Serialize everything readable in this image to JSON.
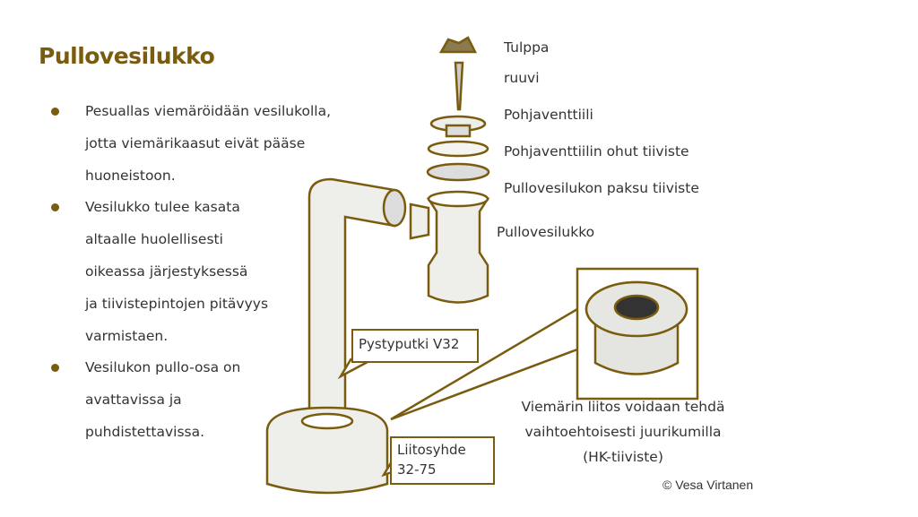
{
  "title": "Pullovesilukko",
  "bullets": [
    {
      "lines": [
        "Pesuallas viemäröidään vesilukolla,",
        "jotta viemärikaasut eivät pääse",
        "huoneistoon."
      ]
    },
    {
      "lines": [
        "Vesilukko tulee kasata",
        "altaalle huolellisesti",
        "oikeassa järjestyksessä",
        "ja tiivistepintojen pitävyys",
        "varmistaen."
      ]
    },
    {
      "lines": [
        "Vesilukon pullo-osa on",
        "avattavissa ja",
        "puhdistettavissa."
      ]
    }
  ],
  "parts": [
    "Tulppa",
    "ruuvi",
    "Pohjaventtiili",
    "Pohjaventtiilin ohut tiiviste",
    "Pullovesilukon paksu tiiviste",
    "Pullovesilukko"
  ],
  "callouts": {
    "pipe": "Pystyputki V32",
    "joint_1": "Liitosyhde",
    "joint_2": "32-75"
  },
  "caption": [
    "Viemärin liitos voidaan tehdä",
    "vaihtoehtoisesti juurikumilla",
    "(HK-tiiviste)"
  ],
  "copyright": "© Vesa Virtanen",
  "colors": {
    "accent": "#7a5c0e"
  }
}
